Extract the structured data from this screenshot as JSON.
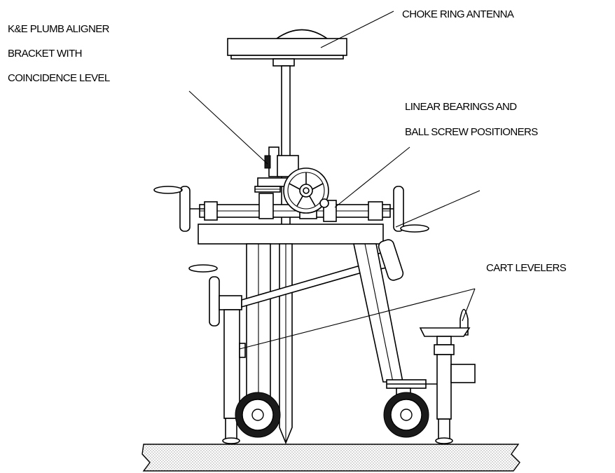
{
  "labels": {
    "antenna": "CHOKE RING ANTENNA",
    "bracket": [
      "K&E PLUMB ALIGNER",
      "BRACKET WITH",
      "COINCIDENCE LEVEL"
    ],
    "bearings": [
      "LINEAR BEARINGS AND",
      "BALL SCREW POSITIONERS"
    ],
    "levelers": "CART LEVELERS"
  },
  "colors": {
    "ink": "#000000",
    "background": "#ffffff",
    "ground_hatch": "#9a9a9a"
  }
}
